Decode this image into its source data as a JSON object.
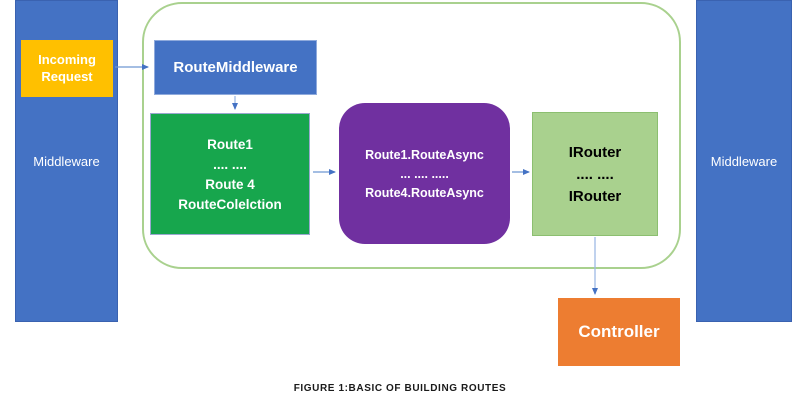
{
  "diagram": {
    "title_caption": "FIGURE 1:BASIC OF BUILDING ROUTES",
    "nodes": {
      "left_middleware": {
        "label": "Middleware"
      },
      "incoming_request": {
        "line1": "Incoming",
        "line2": "Request"
      },
      "route_middleware": {
        "label": "RouteMiddleware"
      },
      "route_collection": {
        "line1": "Route1",
        "line2": ".... ....",
        "line3": "Route 4",
        "line4": "RouteColelction"
      },
      "route_async": {
        "line1": "Route1.RouteAsync",
        "line2": "... .... .....",
        "line3": "Route4.RouteAsync"
      },
      "irouter": {
        "line1": "IRouter",
        "line2": ".... ....",
        "line3": "IRouter"
      },
      "right_middleware": {
        "label": "Middleware"
      },
      "controller": {
        "label": "Controller"
      }
    },
    "colors": {
      "pipeline_blue": "#4472C4",
      "incoming_yellow": "#FFC000",
      "route_collection_green": "#17A64D",
      "route_async_purple": "#7030A0",
      "irouter_light_green": "#A9D18E",
      "controller_orange": "#ED7D31",
      "container_border_green": "#A9D18E",
      "arrow_blue": "#4472C4"
    },
    "flows": [
      "incoming_request -> route_middleware",
      "route_middleware -> route_collection",
      "route_collection -> route_async",
      "route_async -> irouter",
      "irouter -> controller"
    ]
  }
}
